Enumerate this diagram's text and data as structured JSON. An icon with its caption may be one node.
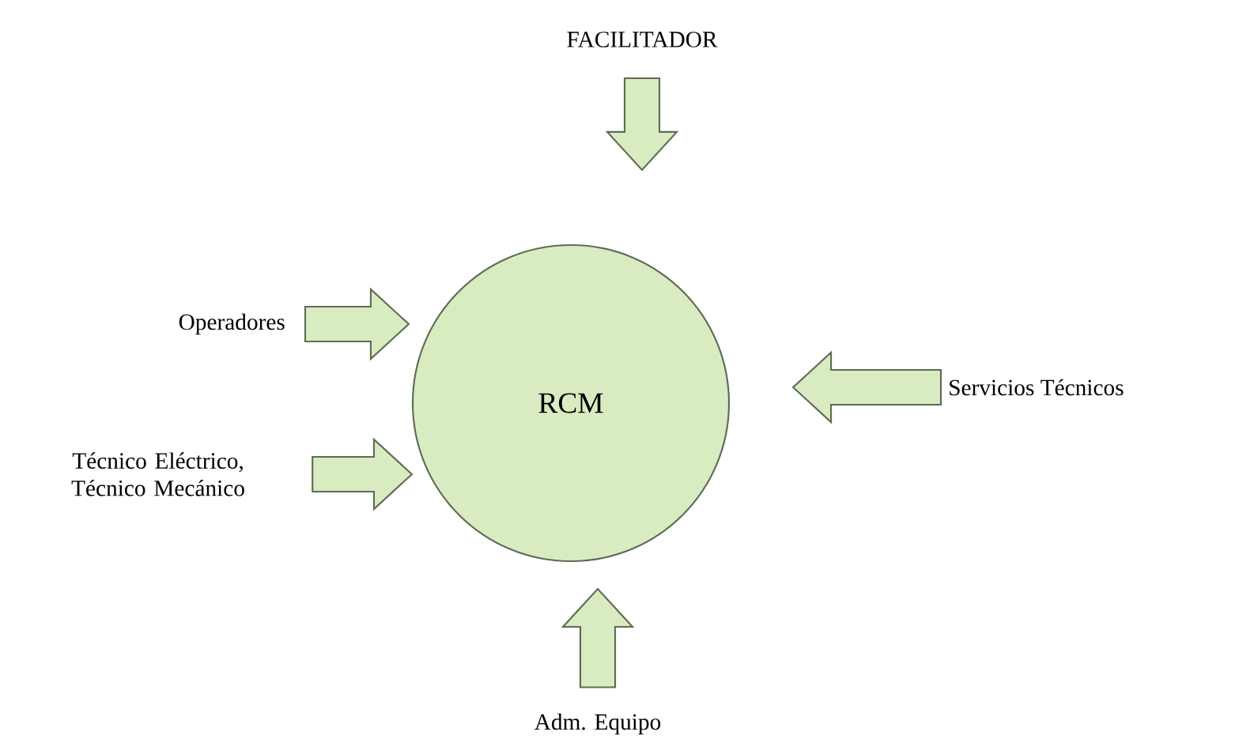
{
  "diagram": {
    "nodes": [
      {
        "text": [
          "FACILITADOR"
        ]
      },
      {
        "text": [
          "Operadores"
        ]
      },
      {
        "text": [
          "Técnico Eléctrico, Técnico Mecánico"
        ]
      },
      {
        "text": [
          "RCM"
        ]
      },
      {
        "text": [
          "Servicios Técnicos"
        ]
      },
      {
        "text": [
          "Adm. Equipo"
        ]
      }
    ],
    "edges": [
      {
        "from": 0,
        "to": 3,
        "arrow": "to"
      },
      {
        "from": 1,
        "to": 3,
        "arrow": "to"
      },
      {
        "from": 2,
        "to": 3,
        "arrow": "to"
      },
      {
        "from": 4,
        "to": 3,
        "arrow": "to"
      },
      {
        "from": 5,
        "to": 3,
        "arrow": "to"
      }
    ]
  }
}
